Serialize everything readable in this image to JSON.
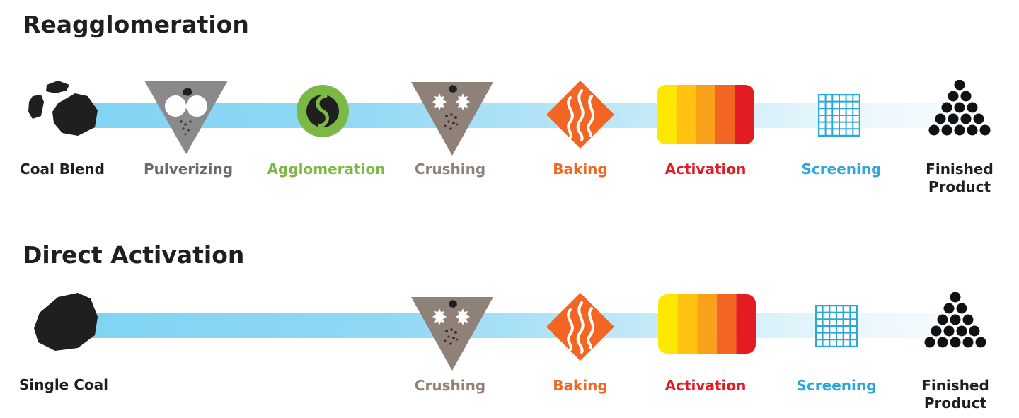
{
  "rows": [
    {
      "title": "Reagglomeration",
      "steps": {
        "coal": "Coal Blend",
        "pulverizing": "Pulverizing",
        "agglomeration": "Agglomeration",
        "crushing": "Crushing",
        "baking": "Baking",
        "activation": "Activation",
        "screening": "Screening",
        "finished_1": "Finished",
        "finished_2": "Product"
      }
    },
    {
      "title": "Direct Activation",
      "steps": {
        "coal": "Single Coal",
        "crushing": "Crushing",
        "baking": "Baking",
        "activation": "Activation",
        "screening": "Screening",
        "finished_1": "Finished",
        "finished_2": "Product"
      }
    }
  ],
  "colors": {
    "black": "#1f1f1f",
    "gray": "#6b6b6b",
    "green": "#7cb944",
    "brown": "#8f8178",
    "orange": "#f26522",
    "red": "#e31b23",
    "blue": "#2aa8dc",
    "flow_bar": "#7fd4f2"
  },
  "icons": [
    "coal-icon",
    "pulverizer-icon",
    "agglomeration-icon",
    "crusher-icon",
    "baking-icon",
    "activation-icon",
    "screen-icon",
    "pellet-pyramid-icon"
  ]
}
